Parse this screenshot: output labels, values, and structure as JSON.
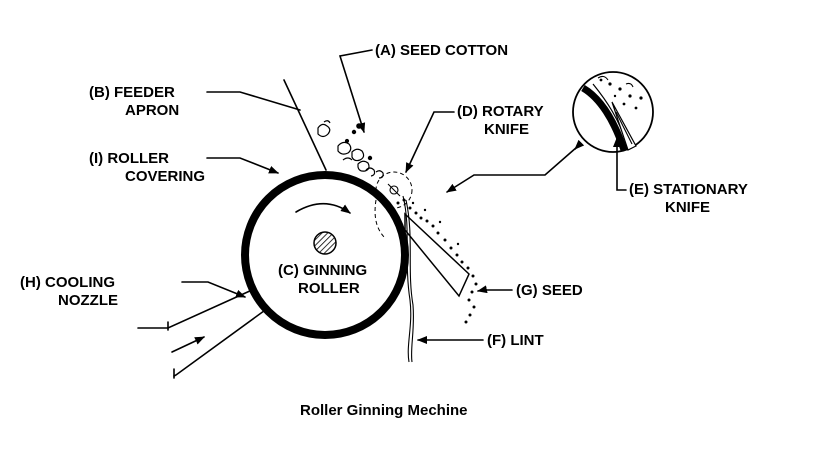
{
  "caption": "Roller Ginning Mechine",
  "labels": {
    "a": [
      "(A) SEED COTTON"
    ],
    "b": [
      "(B) FEEDER",
      "APRON"
    ],
    "c": [
      "(C) GINNING",
      "ROLLER"
    ],
    "d": [
      "(D) ROTARY",
      "KNIFE"
    ],
    "e": [
      "(E) STATIONARY",
      "KNIFE"
    ],
    "f": [
      "(F) LINT"
    ],
    "g": [
      "(G) SEED"
    ],
    "h": [
      "(H) COOLING",
      "NOZZLE"
    ],
    "i": [
      "(I) ROLLER",
      "COVERING"
    ]
  }
}
